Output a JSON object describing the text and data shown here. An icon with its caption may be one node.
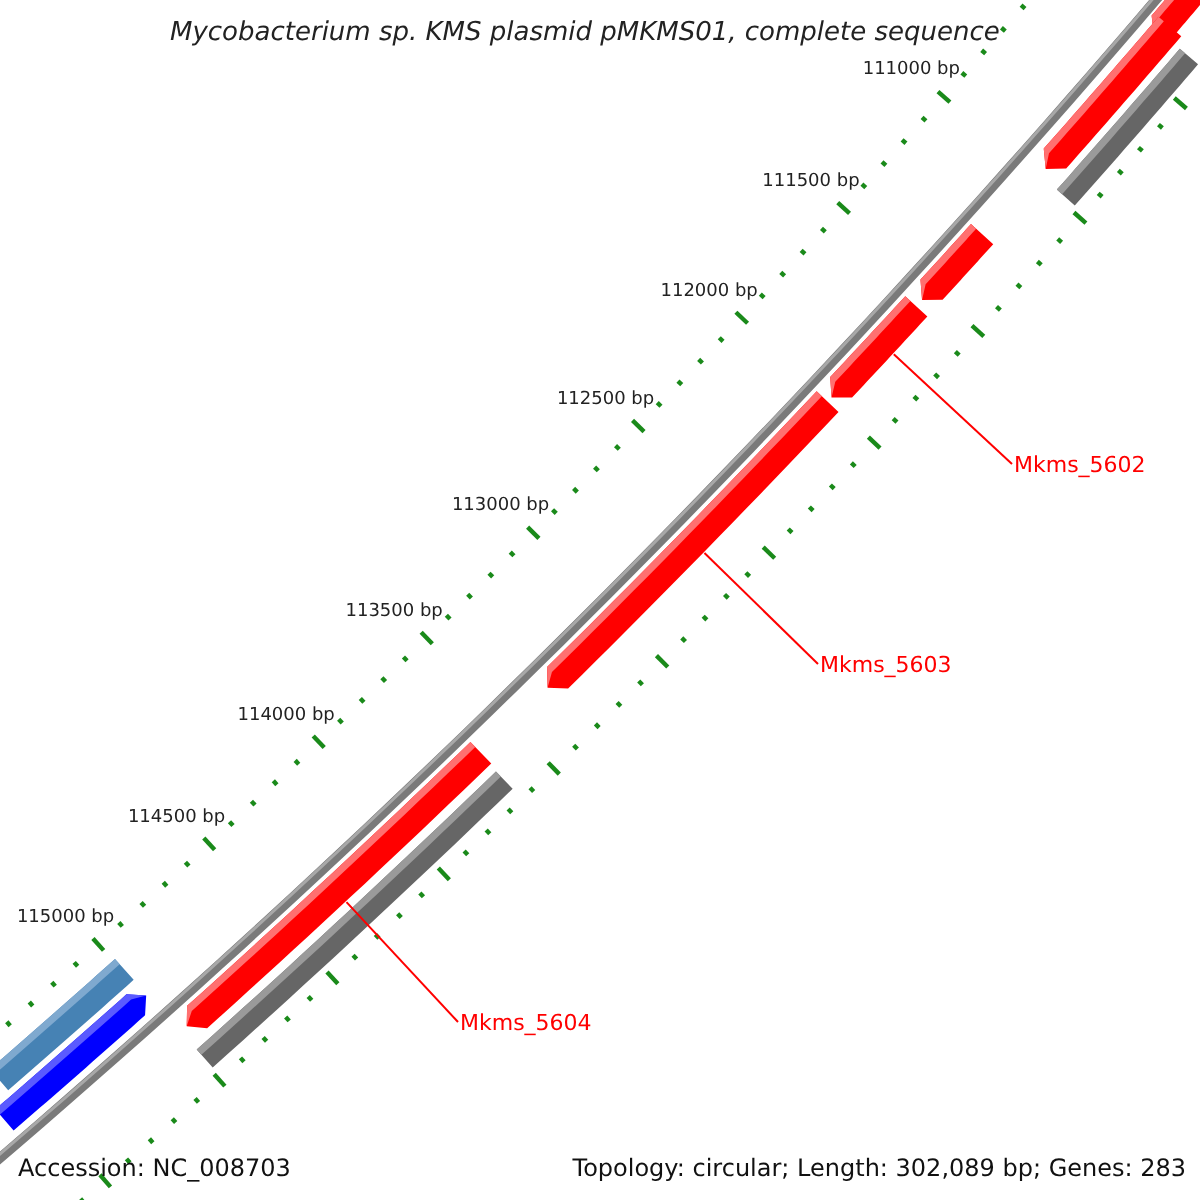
{
  "diagram": {
    "title": "Mycobacterium sp. KMS plasmid pMKMS01, complete sequence",
    "nodes": [
      {
        "text": [],
        "shape": "arrow"
      },
      {
        "text": [],
        "shape": "arrow"
      },
      {
        "text": [],
        "shape": "bar"
      },
      {
        "text": [],
        "shape": "arrow"
      },
      {
        "text": [],
        "shape": "arrow"
      },
      {
        "text": [
          "Mkms_5602"
        ]
      },
      {
        "text": [],
        "shape": "arrow"
      },
      {
        "text": [
          "Mkms_5603"
        ]
      },
      {
        "text": [],
        "shape": "arrow"
      },
      {
        "text": [],
        "shape": "bar"
      },
      {
        "text": [
          "Mkms_5604"
        ]
      },
      {
        "text": [],
        "shape": "bar"
      },
      {
        "text": [],
        "shape": "arrow"
      }
    ],
    "edges": [
      {
        "from": 5,
        "to": 4,
        "arrow": "none"
      },
      {
        "from": 7,
        "to": 6,
        "arrow": "none"
      },
      {
        "from": 10,
        "to": 8,
        "arrow": "none"
      }
    ],
    "labels": [
      "111000 bp",
      "111500 bp",
      "112000 bp",
      "112500 bp",
      "113000 bp",
      "113500 bp",
      "114000 bp",
      "114500 bp",
      "115000 bp",
      "Accession: NC_008703",
      "Topology: circular; Length: 302,089 bp; Genes: 283"
    ]
  }
}
